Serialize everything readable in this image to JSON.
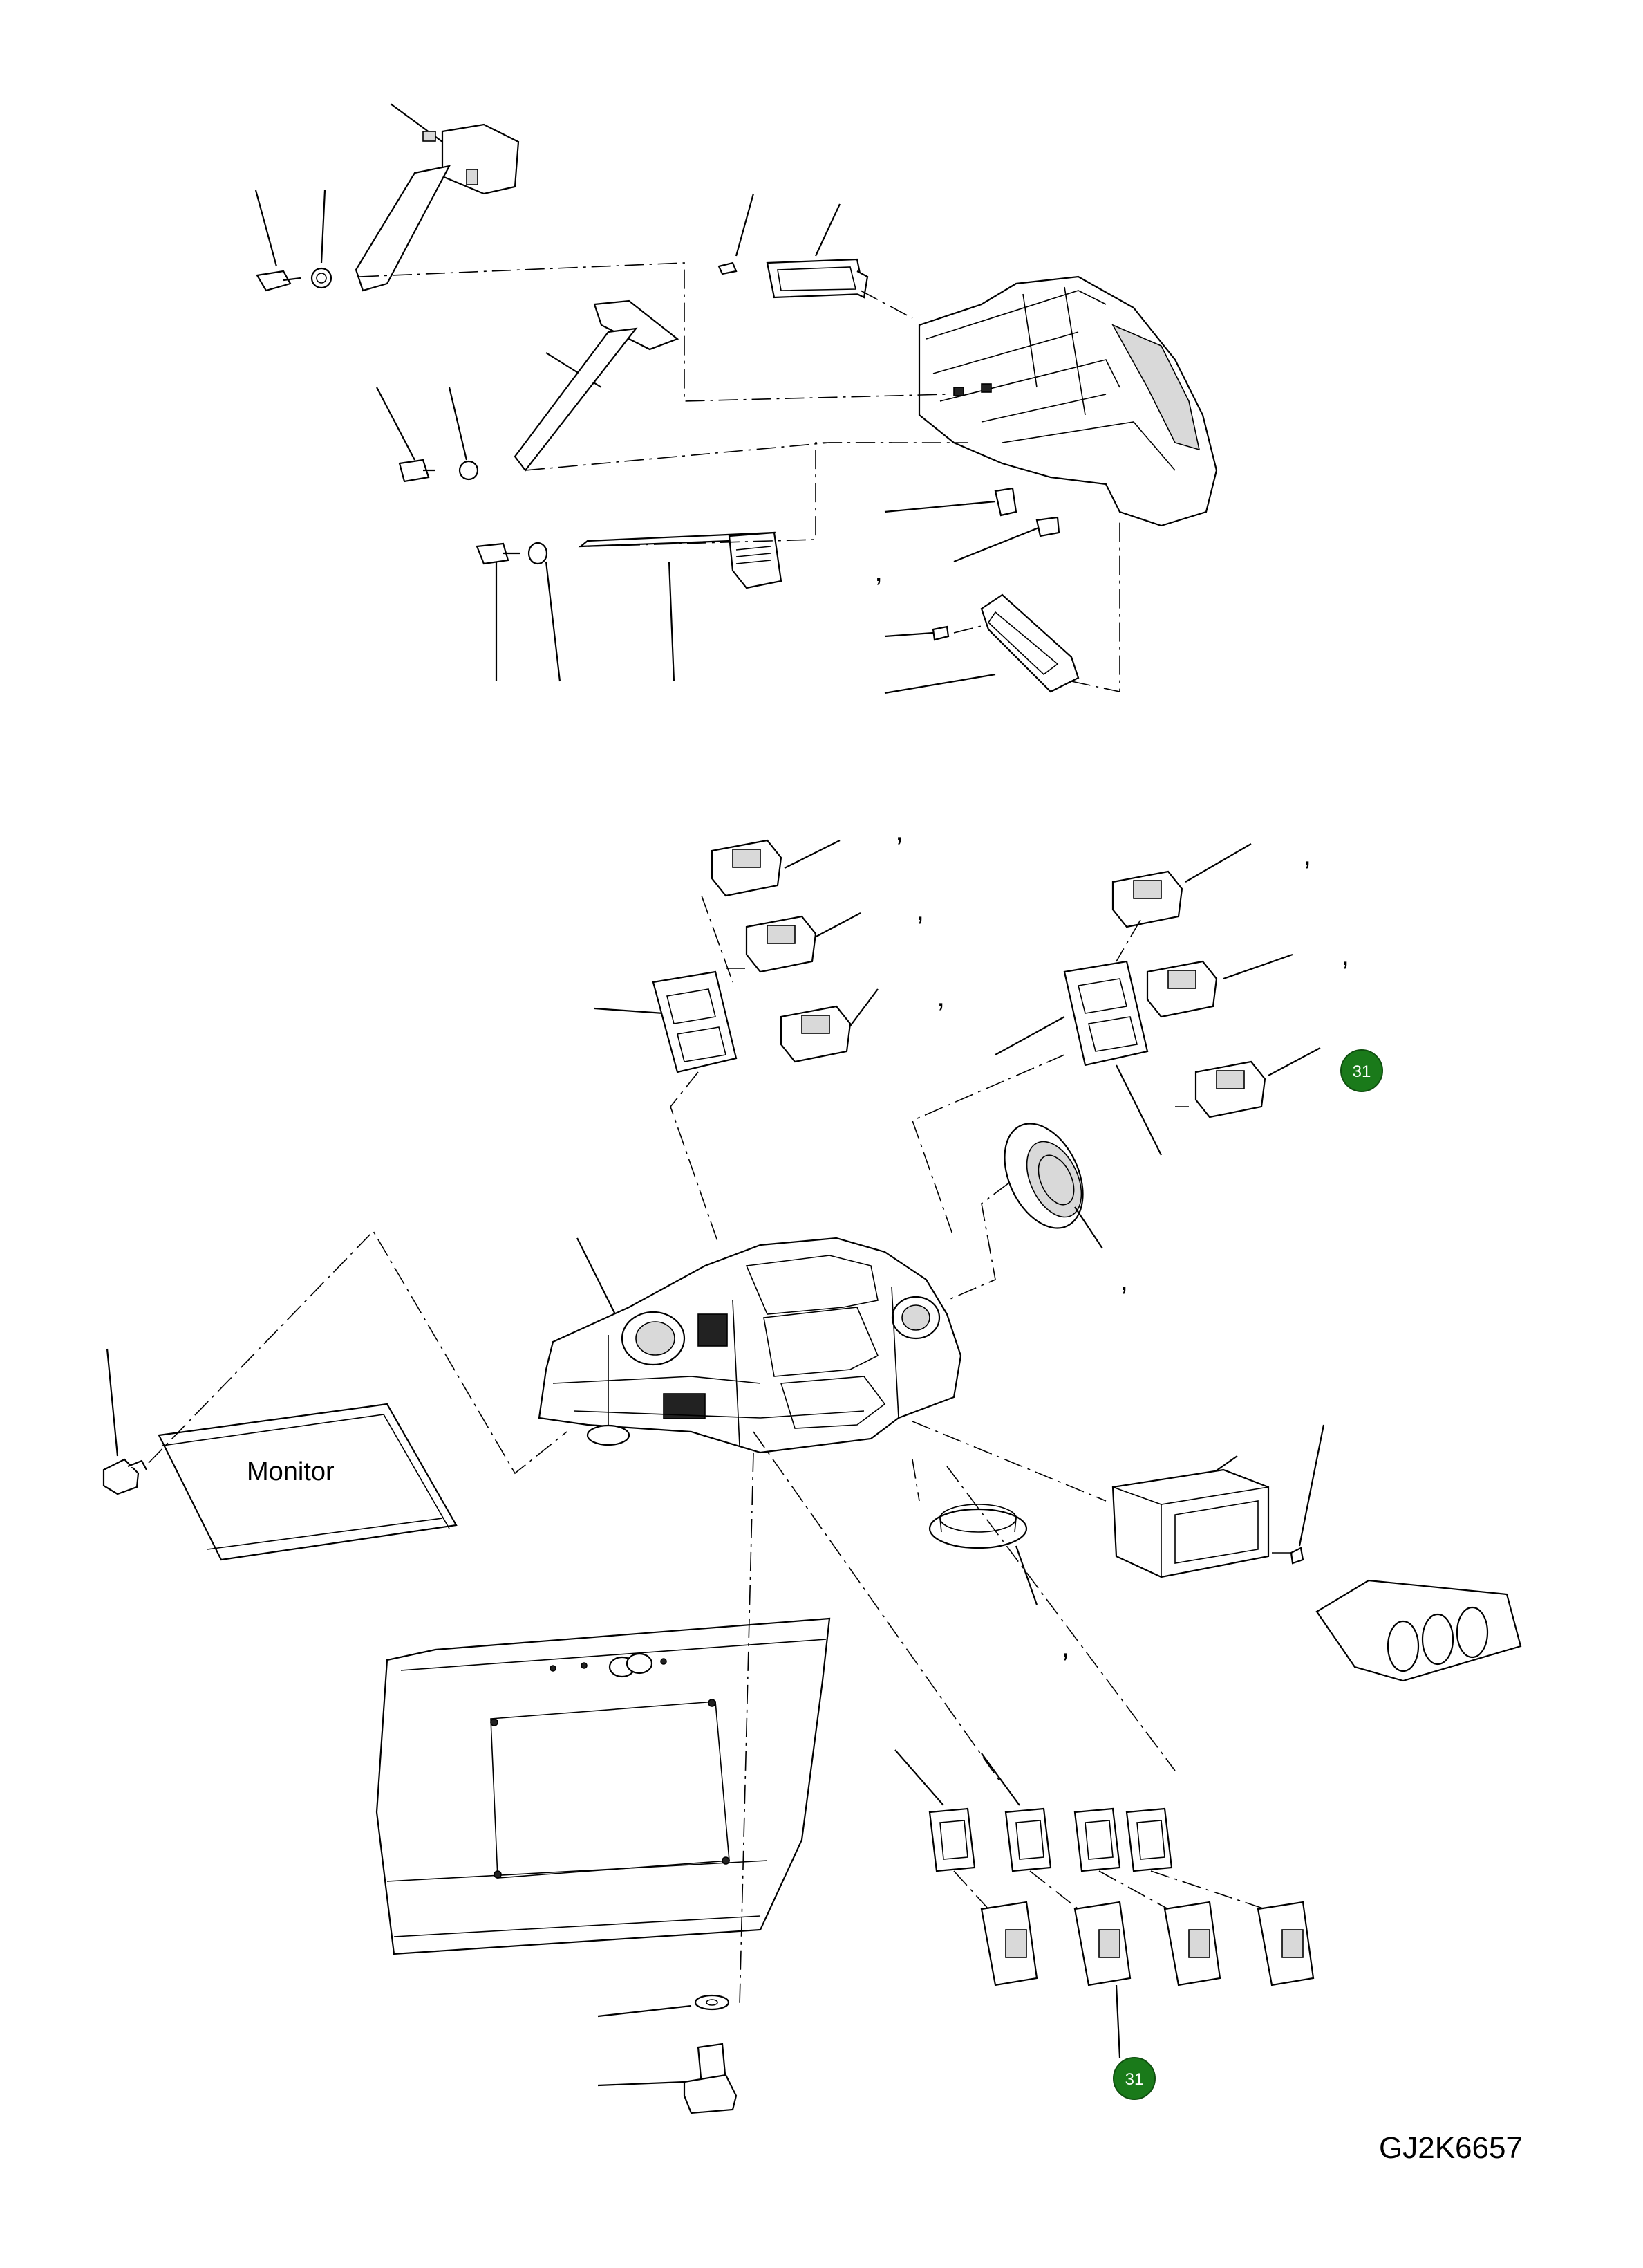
{
  "labels": {
    "monitor": "Monitor",
    "figure_code": "GJ2K6657"
  },
  "callouts": [
    {
      "id": "callout-31-upper",
      "text": "31",
      "color": "#1a7a1a"
    },
    {
      "id": "callout-31-lower",
      "text": "31",
      "color": "#1a7a1a"
    }
  ],
  "separators": [
    ",",
    ",",
    ",",
    ",",
    ",",
    ",",
    ",",
    ",",
    ","
  ]
}
